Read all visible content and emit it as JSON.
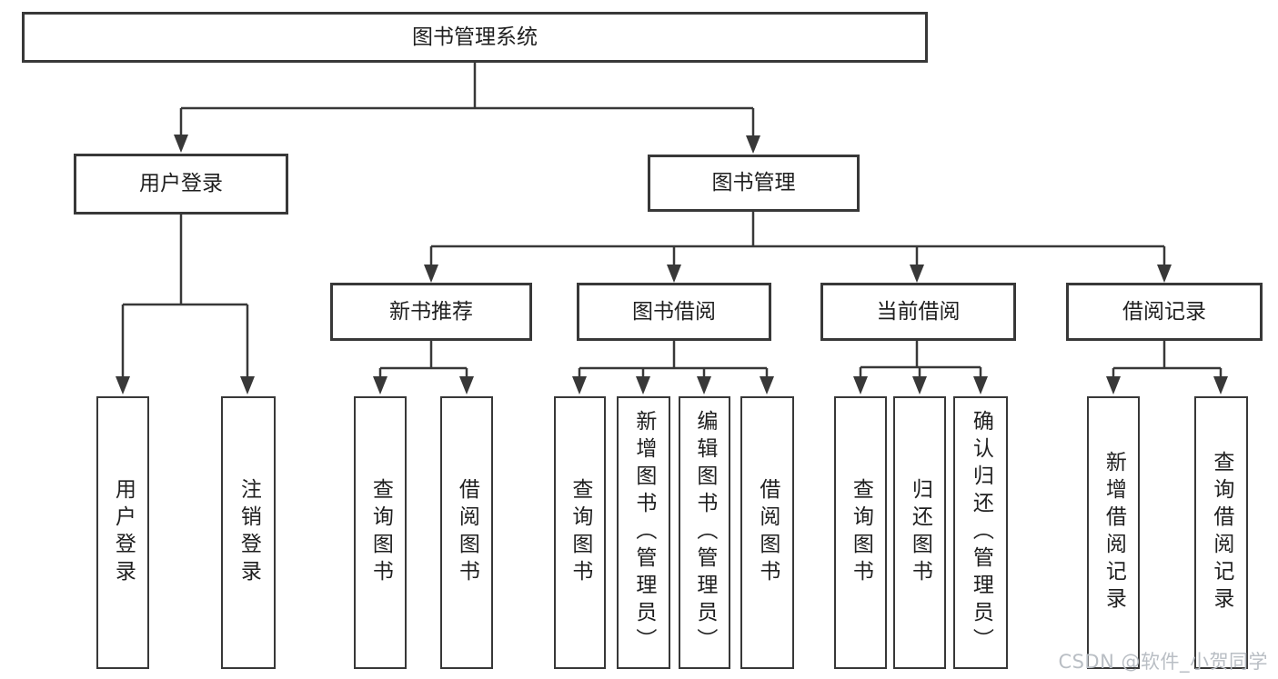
{
  "colors": {
    "line": "#383838",
    "text": "#1f1f1f",
    "watermark": "#b9bec4",
    "background": "#ffffff"
  },
  "watermark": "CSDN @软件_小贺同学",
  "tree": {
    "label": "图书管理系统",
    "children": [
      {
        "label": "用户登录",
        "children": [
          {
            "label": "用户登录"
          },
          {
            "label": "注销登录"
          }
        ]
      },
      {
        "label": "图书管理",
        "children": [
          {
            "label": "新书推荐",
            "children": [
              {
                "label": "查询图书"
              },
              {
                "label": "借阅图书"
              }
            ]
          },
          {
            "label": "图书借阅",
            "children": [
              {
                "label": "查询图书"
              },
              {
                "label": "新增图书（管理员）"
              },
              {
                "label": "编辑图书（管理员）"
              },
              {
                "label": "借阅图书"
              }
            ]
          },
          {
            "label": "当前借阅",
            "children": [
              {
                "label": "查询图书"
              },
              {
                "label": "归还图书"
              },
              {
                "label": "确认归还（管理员）"
              }
            ]
          },
          {
            "label": "借阅记录",
            "children": [
              {
                "label": "新增借阅记录"
              },
              {
                "label": "查询借阅记录"
              }
            ]
          }
        ]
      }
    ]
  }
}
